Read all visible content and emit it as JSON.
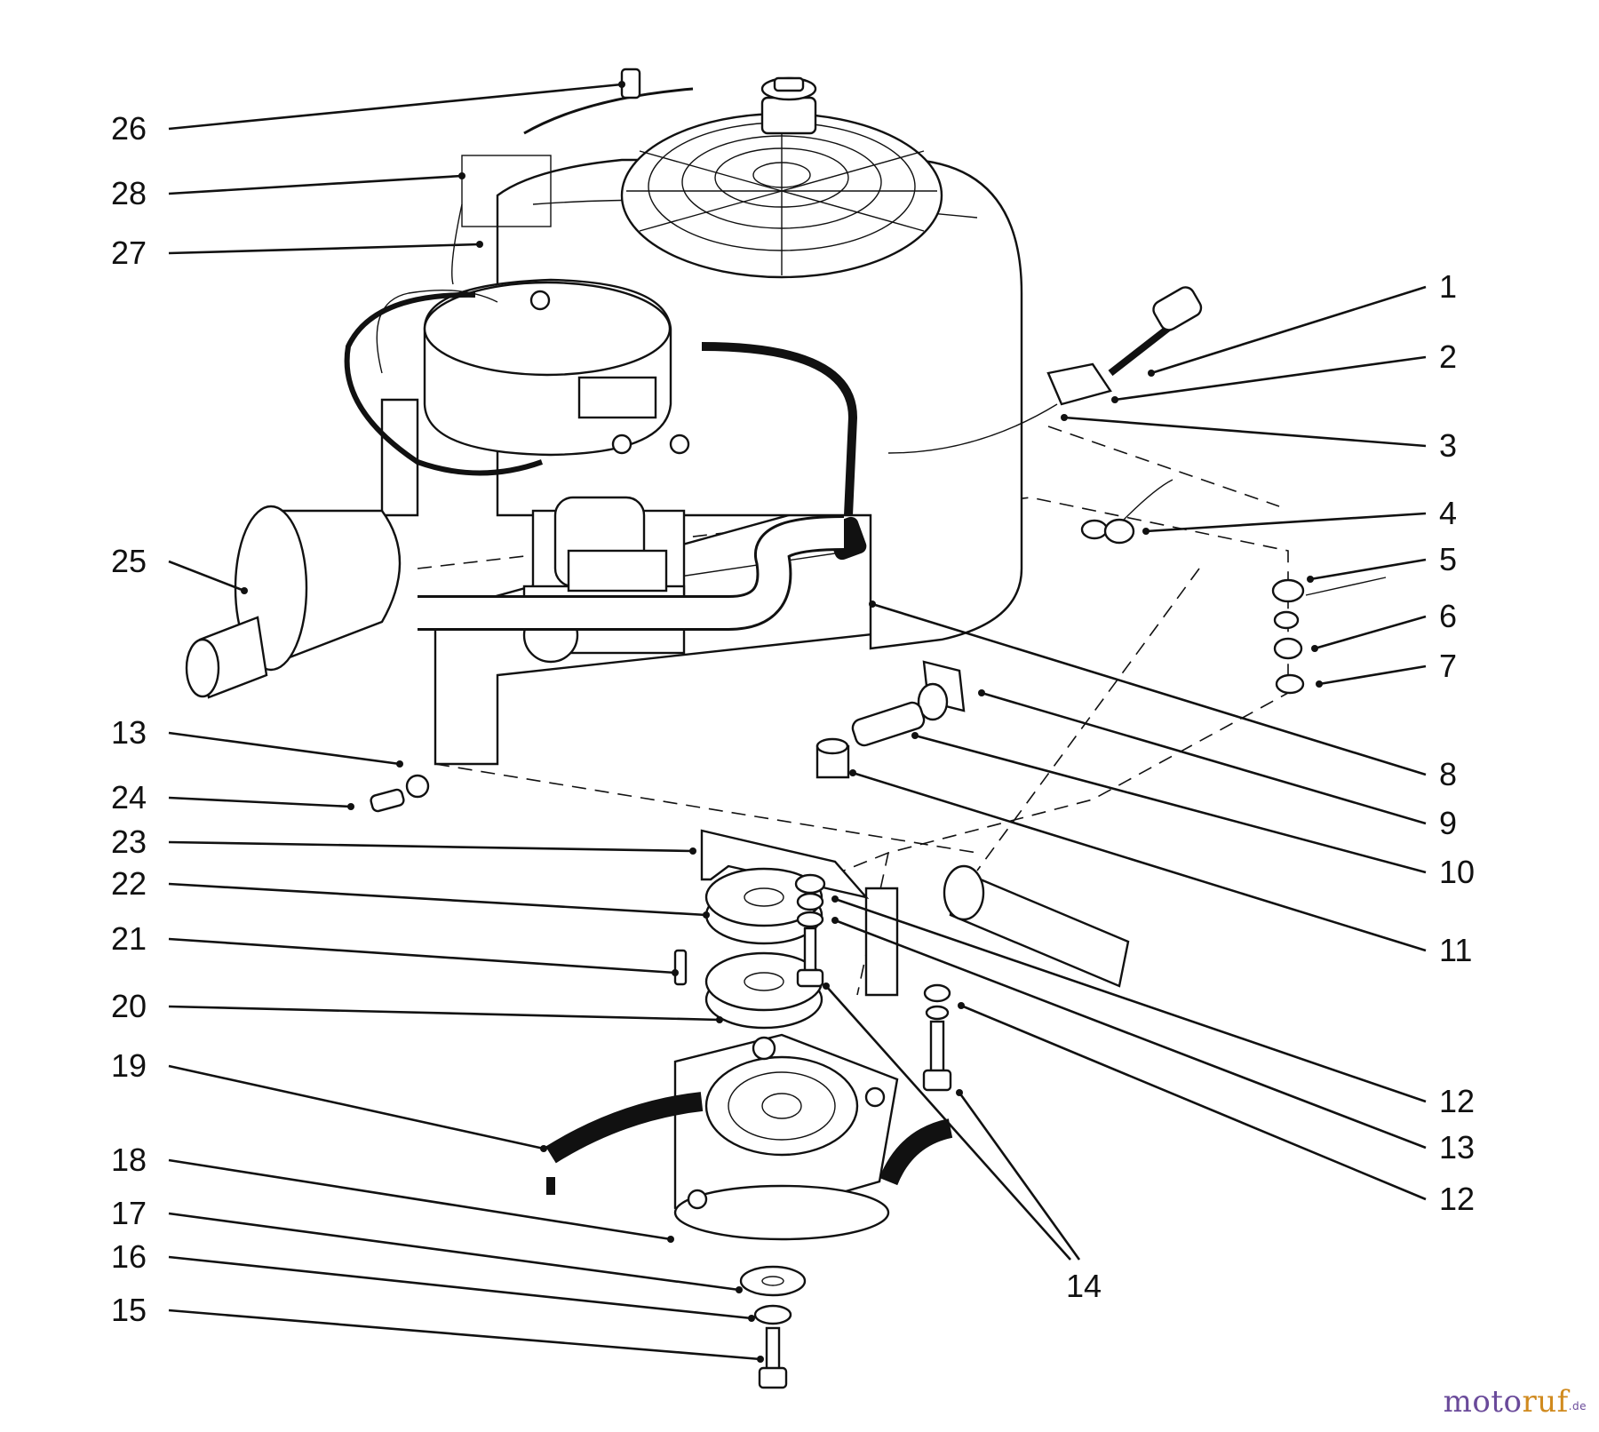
{
  "callouts": [
    {
      "id": "26",
      "label": "26"
    },
    {
      "id": "28",
      "label": "28"
    },
    {
      "id": "27",
      "label": "27"
    },
    {
      "id": "1",
      "label": "1"
    },
    {
      "id": "2",
      "label": "2"
    },
    {
      "id": "3",
      "label": "3"
    },
    {
      "id": "4",
      "label": "4"
    },
    {
      "id": "5",
      "label": "5"
    },
    {
      "id": "6",
      "label": "6"
    },
    {
      "id": "7",
      "label": "7"
    },
    {
      "id": "25",
      "label": "25"
    },
    {
      "id": "8",
      "label": "8"
    },
    {
      "id": "9",
      "label": "9"
    },
    {
      "id": "10",
      "label": "10"
    },
    {
      "id": "11",
      "label": "11"
    },
    {
      "id": "13a",
      "label": "13"
    },
    {
      "id": "24",
      "label": "24"
    },
    {
      "id": "23",
      "label": "23"
    },
    {
      "id": "22",
      "label": "22"
    },
    {
      "id": "21",
      "label": "21"
    },
    {
      "id": "20",
      "label": "20"
    },
    {
      "id": "19",
      "label": "19"
    },
    {
      "id": "18",
      "label": "18"
    },
    {
      "id": "17",
      "label": "17"
    },
    {
      "id": "16",
      "label": "16"
    },
    {
      "id": "15",
      "label": "15"
    },
    {
      "id": "12a",
      "label": "12"
    },
    {
      "id": "13b",
      "label": "13"
    },
    {
      "id": "12b",
      "label": "12"
    },
    {
      "id": "14",
      "label": "14"
    }
  ],
  "watermark": {
    "brand_a": "moto",
    "brand_b": "ruf",
    "suffix": ".de"
  }
}
